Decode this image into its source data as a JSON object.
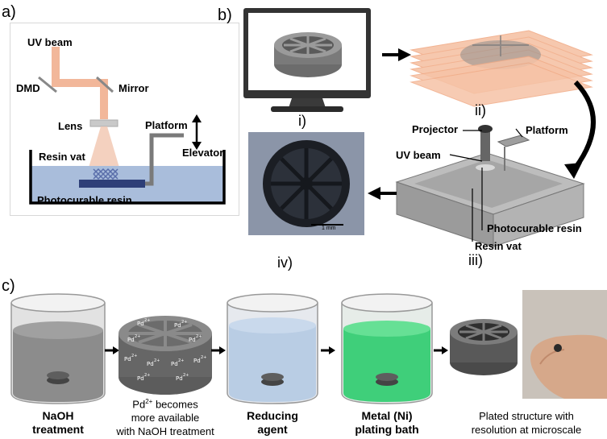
{
  "panel_a": {
    "letter": "a)",
    "uv_beam": "UV beam",
    "dmd": "DMD",
    "mirror": "Mirror",
    "lens": "Lens",
    "platform": "Platform",
    "elevator": "Elevator",
    "resin_vat": "Resin vat",
    "photocurable_resin": "Photocurable resin"
  },
  "panel_b": {
    "letter": "b)",
    "step_i": "i)",
    "step_ii": "ii)",
    "step_iii": "iii)",
    "step_iv": "iv)",
    "projector": "Projector",
    "platform": "Platform",
    "uv_beam": "UV beam",
    "photocurable_resin": "Photocurable resin",
    "resin_vat": "Resin vat",
    "scale_bar": "1 mm"
  },
  "panel_c": {
    "letter": "c)",
    "pd_label": "Pd",
    "pd_charge": "2+",
    "step1": [
      "NaOH",
      "treatment"
    ],
    "step2": [
      "Pd",
      "2+",
      " becomes",
      "more available",
      "with NaOH treatment"
    ],
    "step3": [
      "Reducing",
      "agent"
    ],
    "step4": [
      "Metal (Ni)",
      "plating bath"
    ],
    "step5": [
      "Plated structure with",
      "resolution  at microscale"
    ]
  },
  "colors": {
    "uv_beam": "#f2b79a",
    "resin": "#a9bddb",
    "liquid_gray": "#8c8c8c",
    "liquid_blue": "#b9cde4",
    "liquid_green": "#3fcf7a",
    "dark_part": "#4a4a4a",
    "monitor": "#3a3a3a"
  }
}
